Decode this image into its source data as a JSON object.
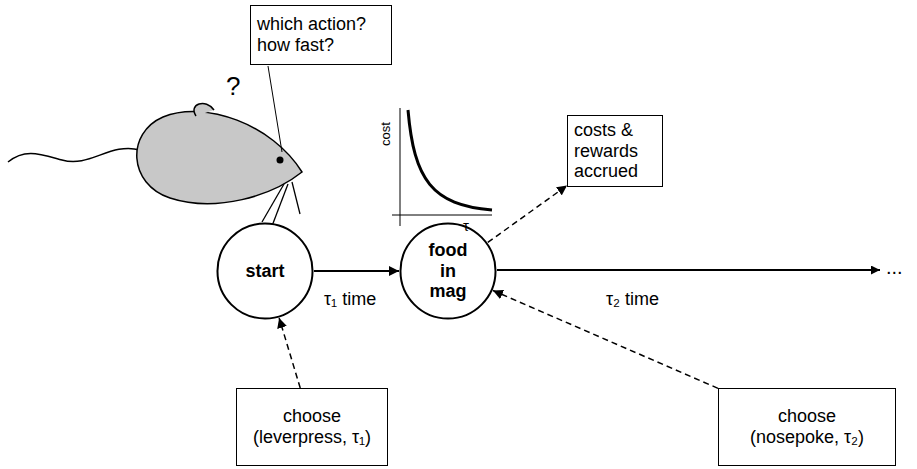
{
  "diagram": {
    "nodes": [
      {
        "text": [
          "which action? how fast?"
        ]
      },
      {
        "text": [
          "start"
        ]
      },
      {
        "text": [
          "food in mag"
        ]
      },
      {
        "text": [
          "costs & rewards accrued"
        ]
      },
      {
        "text": [
          "choose (leverpress, τ₁)"
        ]
      },
      {
        "text": [
          "choose (nosepoke, τ₂)"
        ]
      }
    ],
    "edges": [
      {
        "from": 1,
        "to": 2,
        "arrow": "to",
        "label": "τ₁ time"
      },
      {
        "from": 2,
        "to": 3,
        "arrow": "to"
      },
      {
        "from": 4,
        "to": 1,
        "arrow": "to"
      },
      {
        "from": 5,
        "to": 2,
        "arrow": "to"
      }
    ],
    "labels": [
      "?",
      "cost",
      "τ",
      "τ₂ time",
      "..."
    ]
  }
}
